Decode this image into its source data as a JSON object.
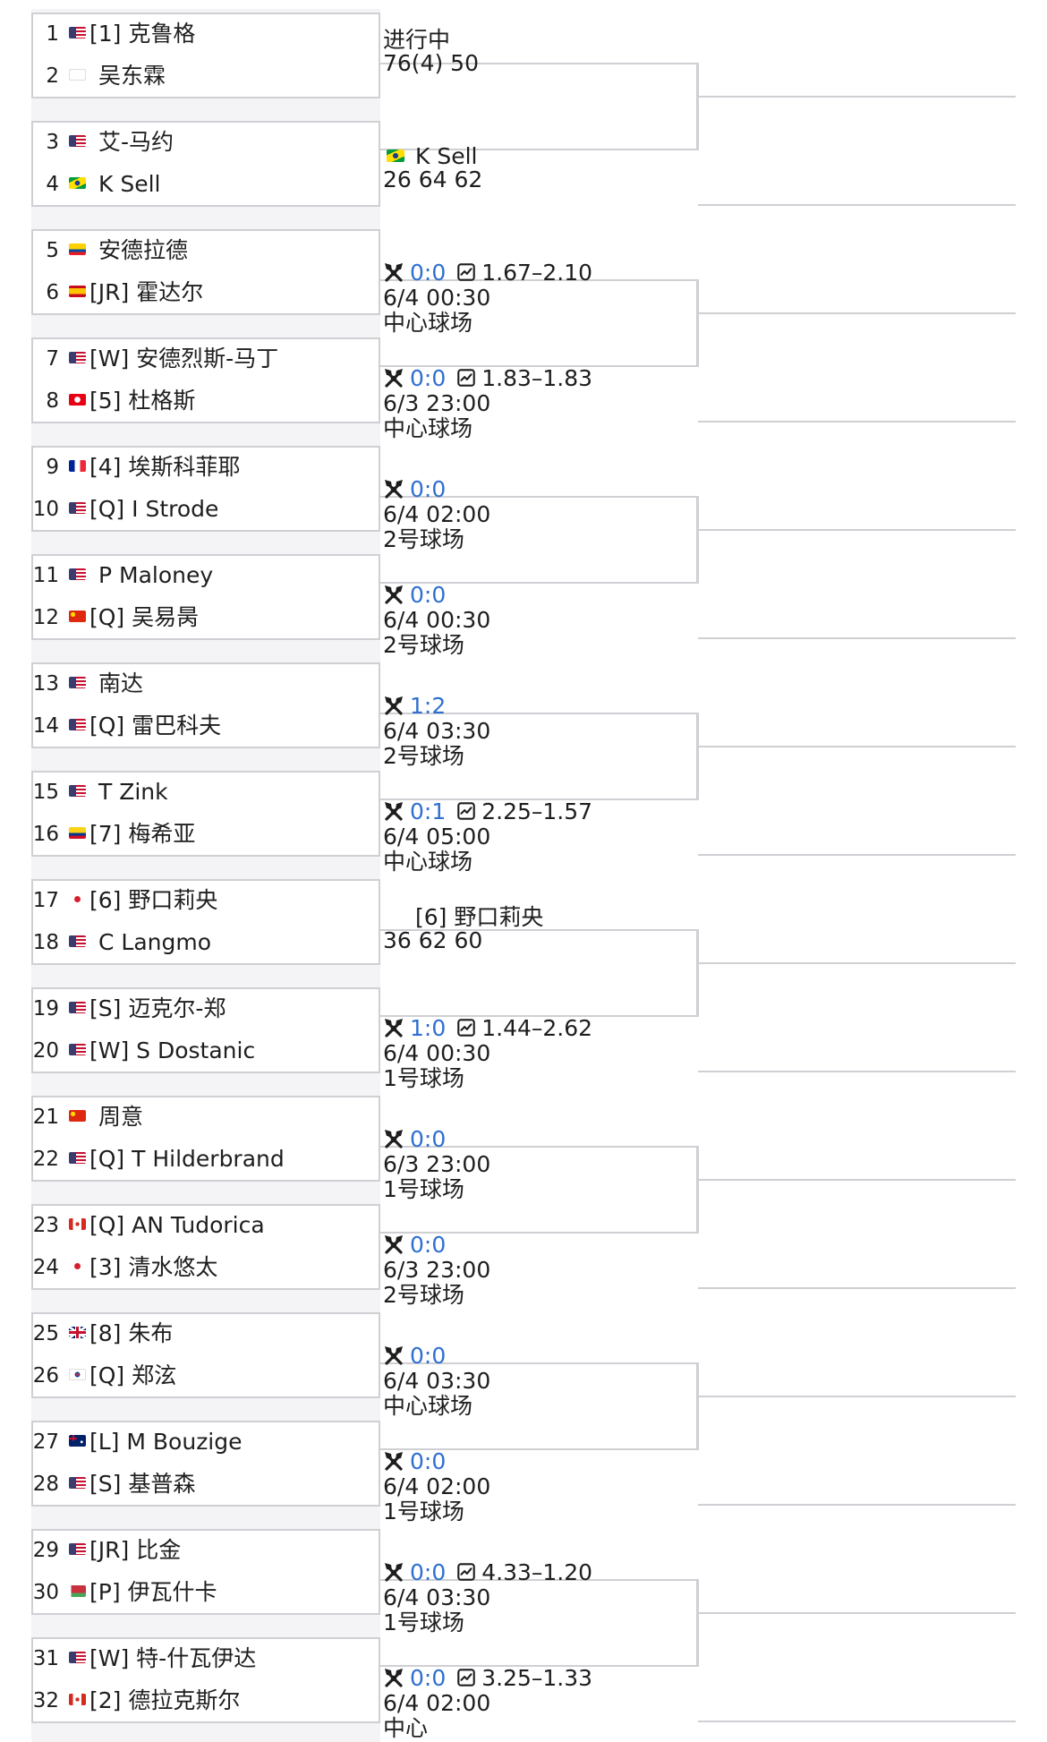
{
  "players": [
    {
      "seed": "1",
      "name": "[1] 克鲁格",
      "flag": "us"
    },
    {
      "seed": "2",
      "name": "吴东霖",
      "flag": "tw"
    },
    {
      "seed": "3",
      "name": "艾-马约",
      "flag": "us"
    },
    {
      "seed": "4",
      "name": "K Sell",
      "flag": "br"
    },
    {
      "seed": "5",
      "name": "安德拉德",
      "flag": "ec"
    },
    {
      "seed": "6",
      "name": "[JR] 霍达尔",
      "flag": "es"
    },
    {
      "seed": "7",
      "name": "[W] 安德烈斯-马丁",
      "flag": "us"
    },
    {
      "seed": "8",
      "name": "[5] 杜格斯",
      "flag": "tn"
    },
    {
      "seed": "9",
      "name": "[4] 埃斯科菲耶",
      "flag": "fr"
    },
    {
      "seed": "10",
      "name": "[Q] I Strode",
      "flag": "us"
    },
    {
      "seed": "11",
      "name": "P Maloney",
      "flag": "us"
    },
    {
      "seed": "12",
      "name": "[Q] 吴易昺",
      "flag": "cn"
    },
    {
      "seed": "13",
      "name": "南达",
      "flag": "us"
    },
    {
      "seed": "14",
      "name": "[Q] 雷巴科夫",
      "flag": "us"
    },
    {
      "seed": "15",
      "name": "T Zink",
      "flag": "us"
    },
    {
      "seed": "16",
      "name": "[7] 梅希亚",
      "flag": "co"
    },
    {
      "seed": "17",
      "name": "[6] 野口莉央",
      "flag": "jp"
    },
    {
      "seed": "18",
      "name": "C Langmo",
      "flag": "us"
    },
    {
      "seed": "19",
      "name": "[S] 迈克尔-郑",
      "flag": "us"
    },
    {
      "seed": "20",
      "name": "[W] S Dostanic",
      "flag": "us"
    },
    {
      "seed": "21",
      "name": "周意",
      "flag": "cn"
    },
    {
      "seed": "22",
      "name": "[Q] T Hilderbrand",
      "flag": "us"
    },
    {
      "seed": "23",
      "name": "[Q] AN Tudorica",
      "flag": "ca"
    },
    {
      "seed": "24",
      "name": "[3] 清水悠太",
      "flag": "jp"
    },
    {
      "seed": "25",
      "name": "[8] 朱布",
      "flag": "gb"
    },
    {
      "seed": "26",
      "name": "[Q] 郑泫",
      "flag": "kr"
    },
    {
      "seed": "27",
      "name": "[L] M Bouzige",
      "flag": "au"
    },
    {
      "seed": "28",
      "name": "[S] 基普森",
      "flag": "us"
    },
    {
      "seed": "29",
      "name": "[JR] 比金",
      "flag": "us"
    },
    {
      "seed": "30",
      "name": "[P] 伊瓦什卡",
      "flag": "by"
    },
    {
      "seed": "31",
      "name": "[W] 特-什瓦伊达",
      "flag": "us"
    },
    {
      "seed": "32",
      "name": "[2] 德拉克斯尔",
      "flag": "ca"
    }
  ],
  "matches": [
    {
      "kind": "live",
      "status": "进行中",
      "score": "76(4) 50"
    },
    {
      "kind": "done",
      "winner": "K Sell",
      "flag": "br",
      "score": "26 64 62"
    },
    {
      "kind": "sched",
      "h2h": "0:0",
      "odds": "1.67–2.10",
      "time": "6/4 00:30",
      "court": "中心球场"
    },
    {
      "kind": "sched",
      "h2h": "0:0",
      "odds": "1.83–1.83",
      "time": "6/3 23:00",
      "court": "中心球场"
    },
    {
      "kind": "sched",
      "h2h": "0:0",
      "odds": "",
      "time": "6/4 02:00",
      "court": "2号球场"
    },
    {
      "kind": "sched",
      "h2h": "0:0",
      "odds": "",
      "time": "6/4 00:30",
      "court": "2号球场"
    },
    {
      "kind": "sched",
      "h2h": "1:2",
      "odds": "",
      "time": "6/4 03:30",
      "court": "2号球场"
    },
    {
      "kind": "sched",
      "h2h": "0:1",
      "odds": "2.25–1.57",
      "time": "6/4 05:00",
      "court": "中心球场"
    },
    {
      "kind": "done",
      "winner": "[6] 野口莉央",
      "flag": "jp",
      "score": "36 62 60"
    },
    {
      "kind": "sched",
      "h2h": "1:0",
      "odds": "1.44–2.62",
      "time": "6/4 00:30",
      "court": "1号球场"
    },
    {
      "kind": "sched",
      "h2h": "0:0",
      "odds": "",
      "time": "6/3 23:00",
      "court": "1号球场"
    },
    {
      "kind": "sched",
      "h2h": "0:0",
      "odds": "",
      "time": "6/3 23:00",
      "court": "2号球场"
    },
    {
      "kind": "sched",
      "h2h": "0:0",
      "odds": "",
      "time": "6/4 03:30",
      "court": "中心球场"
    },
    {
      "kind": "sched",
      "h2h": "0:0",
      "odds": "",
      "time": "6/4 02:00",
      "court": "1号球场"
    },
    {
      "kind": "sched",
      "h2h": "0:0",
      "odds": "4.33–1.20",
      "time": "6/4 03:30",
      "court": "1号球场"
    },
    {
      "kind": "sched",
      "h2h": "0:0",
      "odds": "3.25–1.33",
      "time": "6/4 02:00",
      "court": "中心"
    }
  ],
  "colors": {
    "band": "#f4f4f6",
    "border": "#cfcfd4",
    "score": "#2f6fd0",
    "text": "#1e1e1e"
  },
  "icons": {
    "h2h": "crossed-rackets-icon",
    "odds": "trend-chart-icon"
  }
}
